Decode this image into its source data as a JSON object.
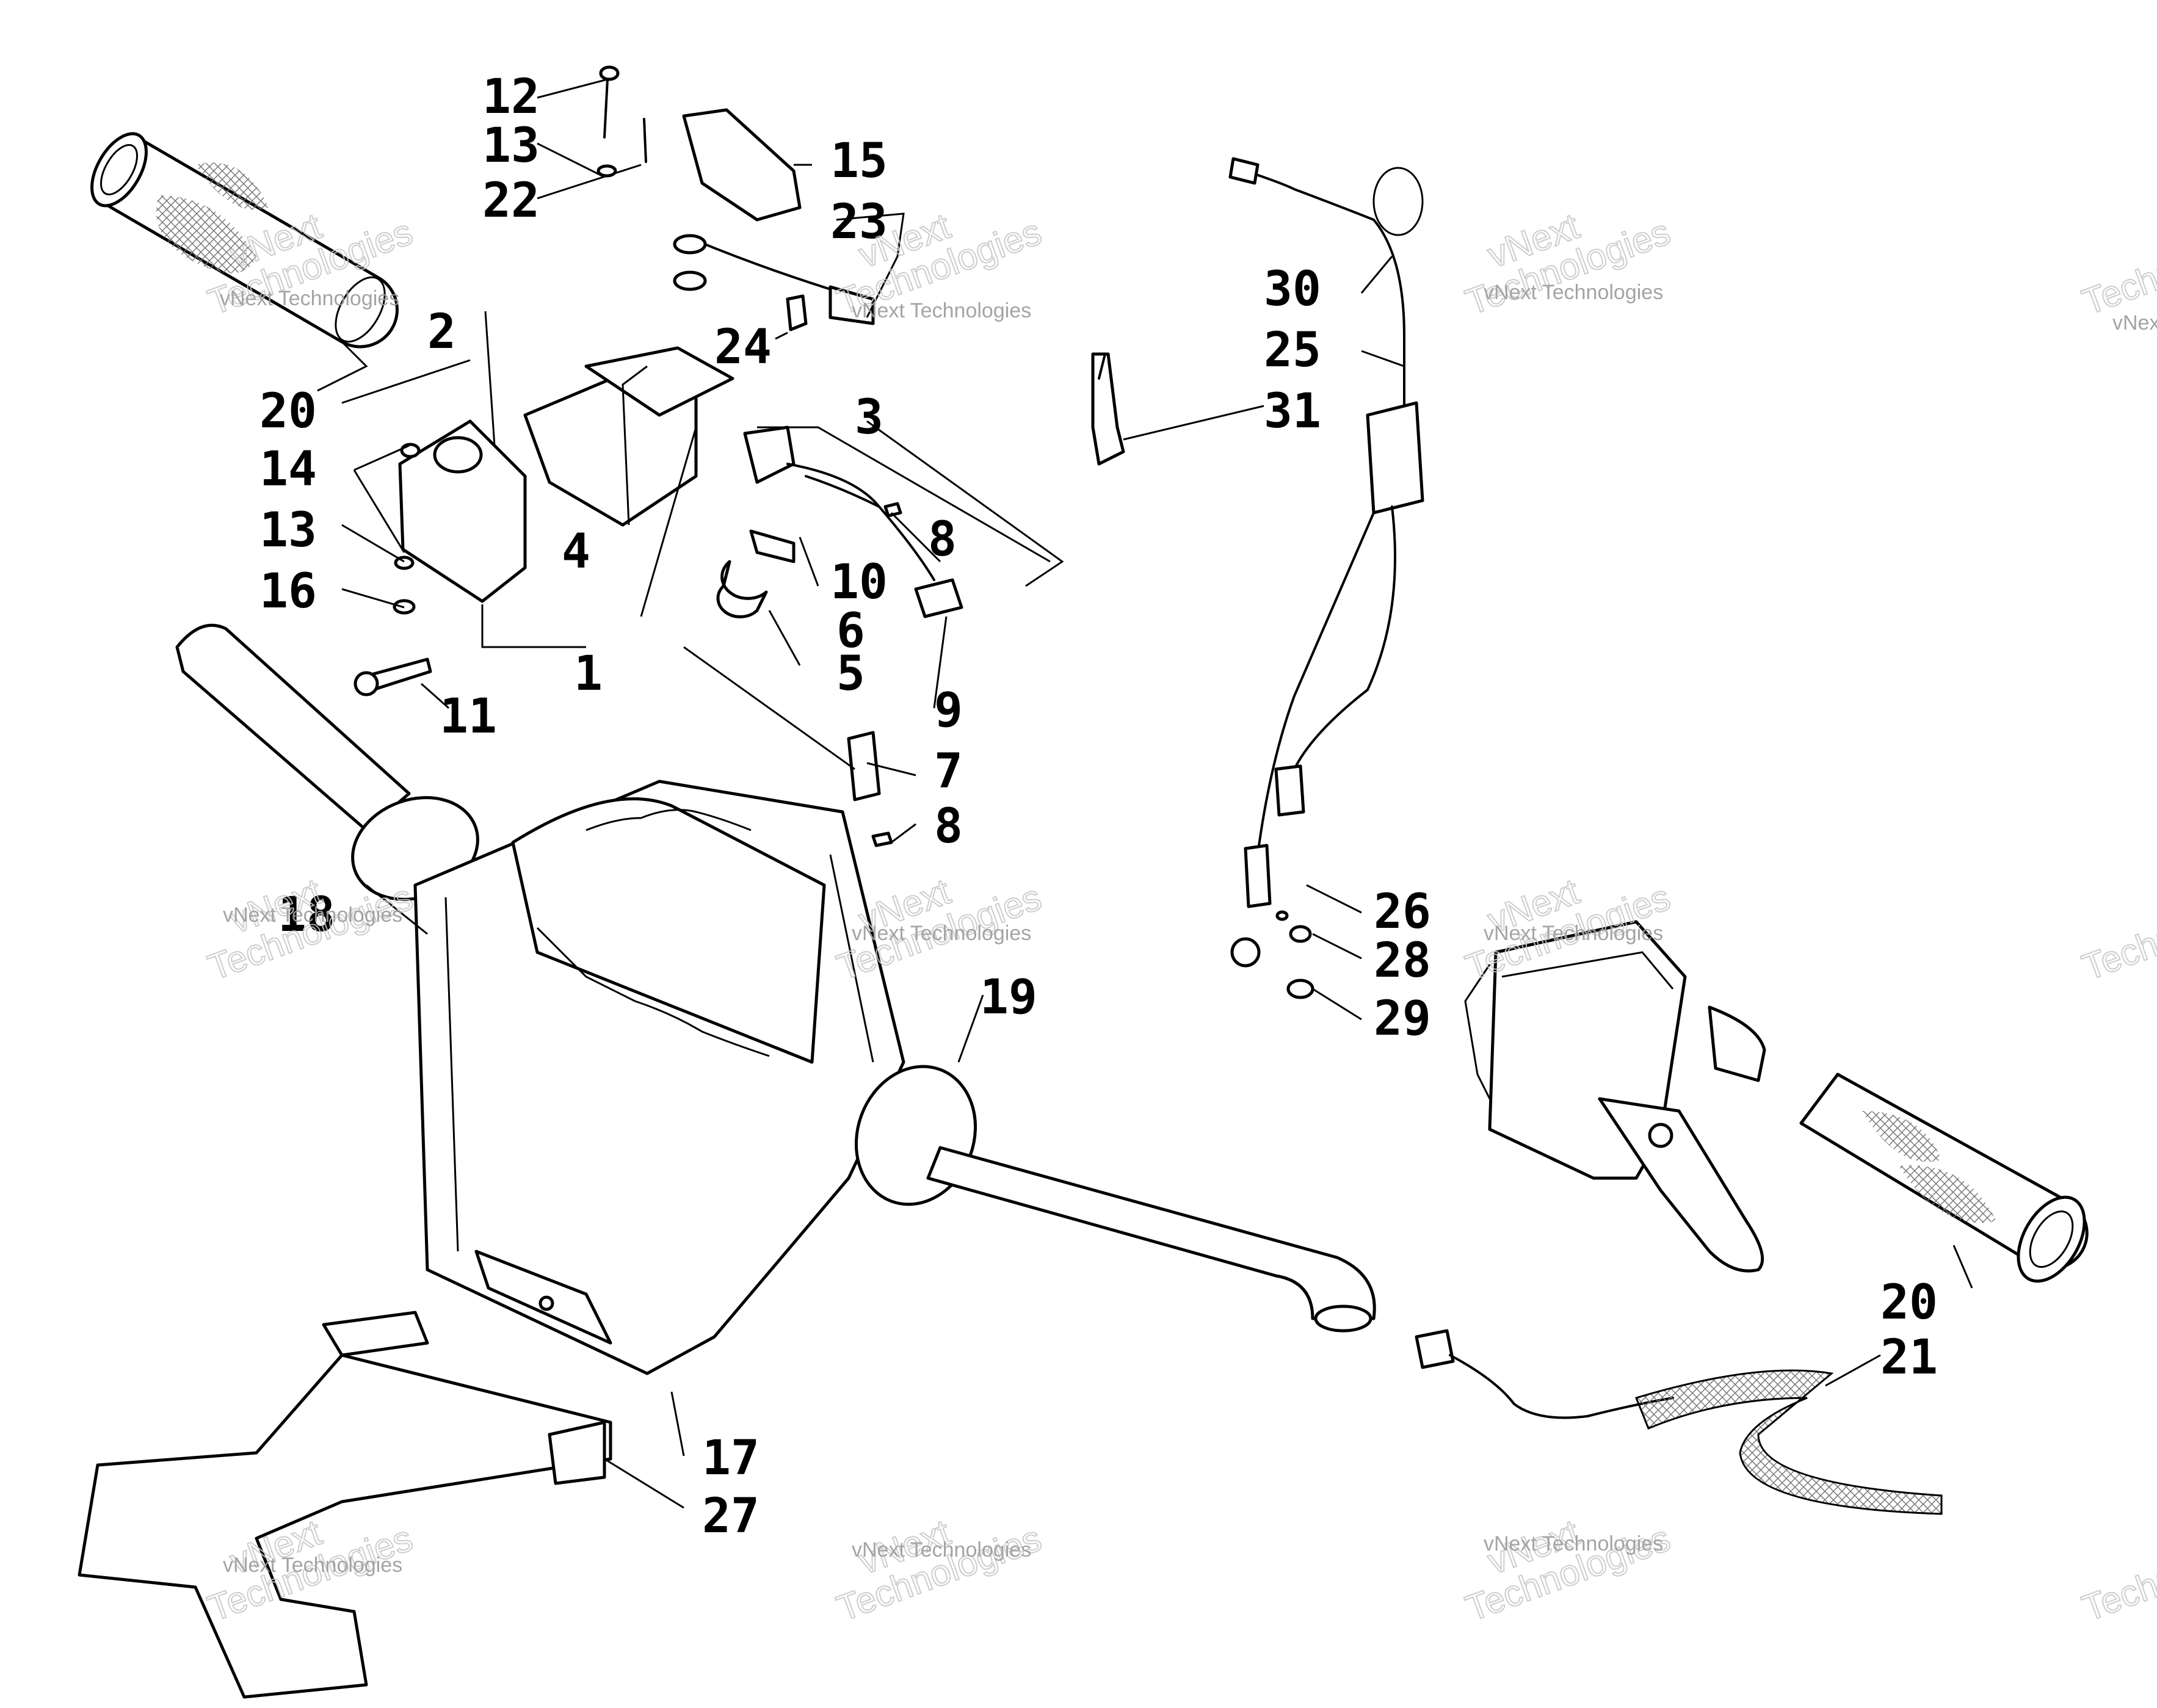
{
  "diagram": {
    "part_labels": [
      "1",
      "2",
      "3",
      "4",
      "5",
      "6",
      "7",
      "8",
      "8",
      "9",
      "10",
      "11",
      "12",
      "13",
      "13",
      "14",
      "15",
      "16",
      "17",
      "18",
      "19",
      "20",
      "20",
      "21",
      "22",
      "23",
      "24",
      "25",
      "26",
      "27",
      "28",
      "29",
      "30",
      "31"
    ],
    "watermark_company": "vNext Technologies",
    "watermark_brand": "vNext",
    "watermark_word": "Technologies"
  }
}
